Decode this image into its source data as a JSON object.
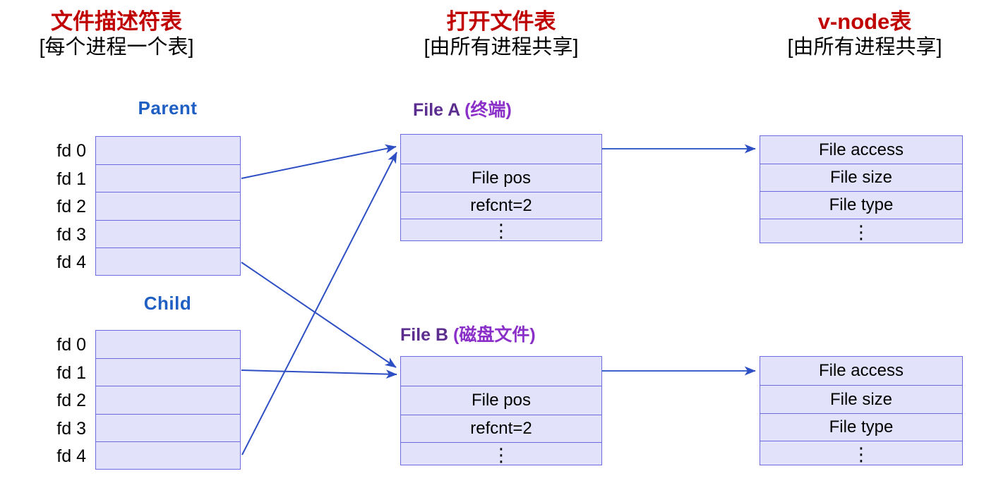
{
  "columns": [
    {
      "title": "文件描述符表",
      "subtitle": "[每个进程一个表]"
    },
    {
      "title": "打开文件表",
      "subtitle": "[由所有进程共享]"
    },
    {
      "title": "v-node表",
      "subtitle": "[由所有进程共享]"
    }
  ],
  "processes": [
    {
      "label": "Parent",
      "fd_labels": [
        "fd 0",
        "fd 1",
        "fd 2",
        "fd 3",
        "fd 4"
      ],
      "rows": [
        "",
        "",
        "",
        "",
        ""
      ]
    },
    {
      "label": "Child",
      "fd_labels": [
        "fd 0",
        "fd 1",
        "fd 2",
        "fd 3",
        "fd 4"
      ],
      "rows": [
        "",
        "",
        "",
        "",
        ""
      ]
    }
  ],
  "open_files": [
    {
      "name": "File A",
      "kind": "(终端)",
      "rows": [
        "",
        "File pos",
        "refcnt=2",
        "⋮"
      ]
    },
    {
      "name": "File B",
      "kind": "(磁盘文件)",
      "rows": [
        "",
        "File pos",
        "refcnt=2",
        "⋮"
      ]
    }
  ],
  "vnodes": [
    {
      "rows": [
        "File access",
        "File size",
        "File type",
        "⋮"
      ]
    },
    {
      "rows": [
        "File access",
        "File size",
        "File type",
        "⋮"
      ]
    }
  ],
  "colors": {
    "heading_red": "#C00000",
    "process_blue": "#1F5FC4",
    "file_a_purple": "#5B2D8E",
    "file_b_purple": "#8B2FC9",
    "box_fill": "#E2E2FB",
    "box_border": "#6C6CE0",
    "arrow_blue": "#2E4FC4"
  }
}
